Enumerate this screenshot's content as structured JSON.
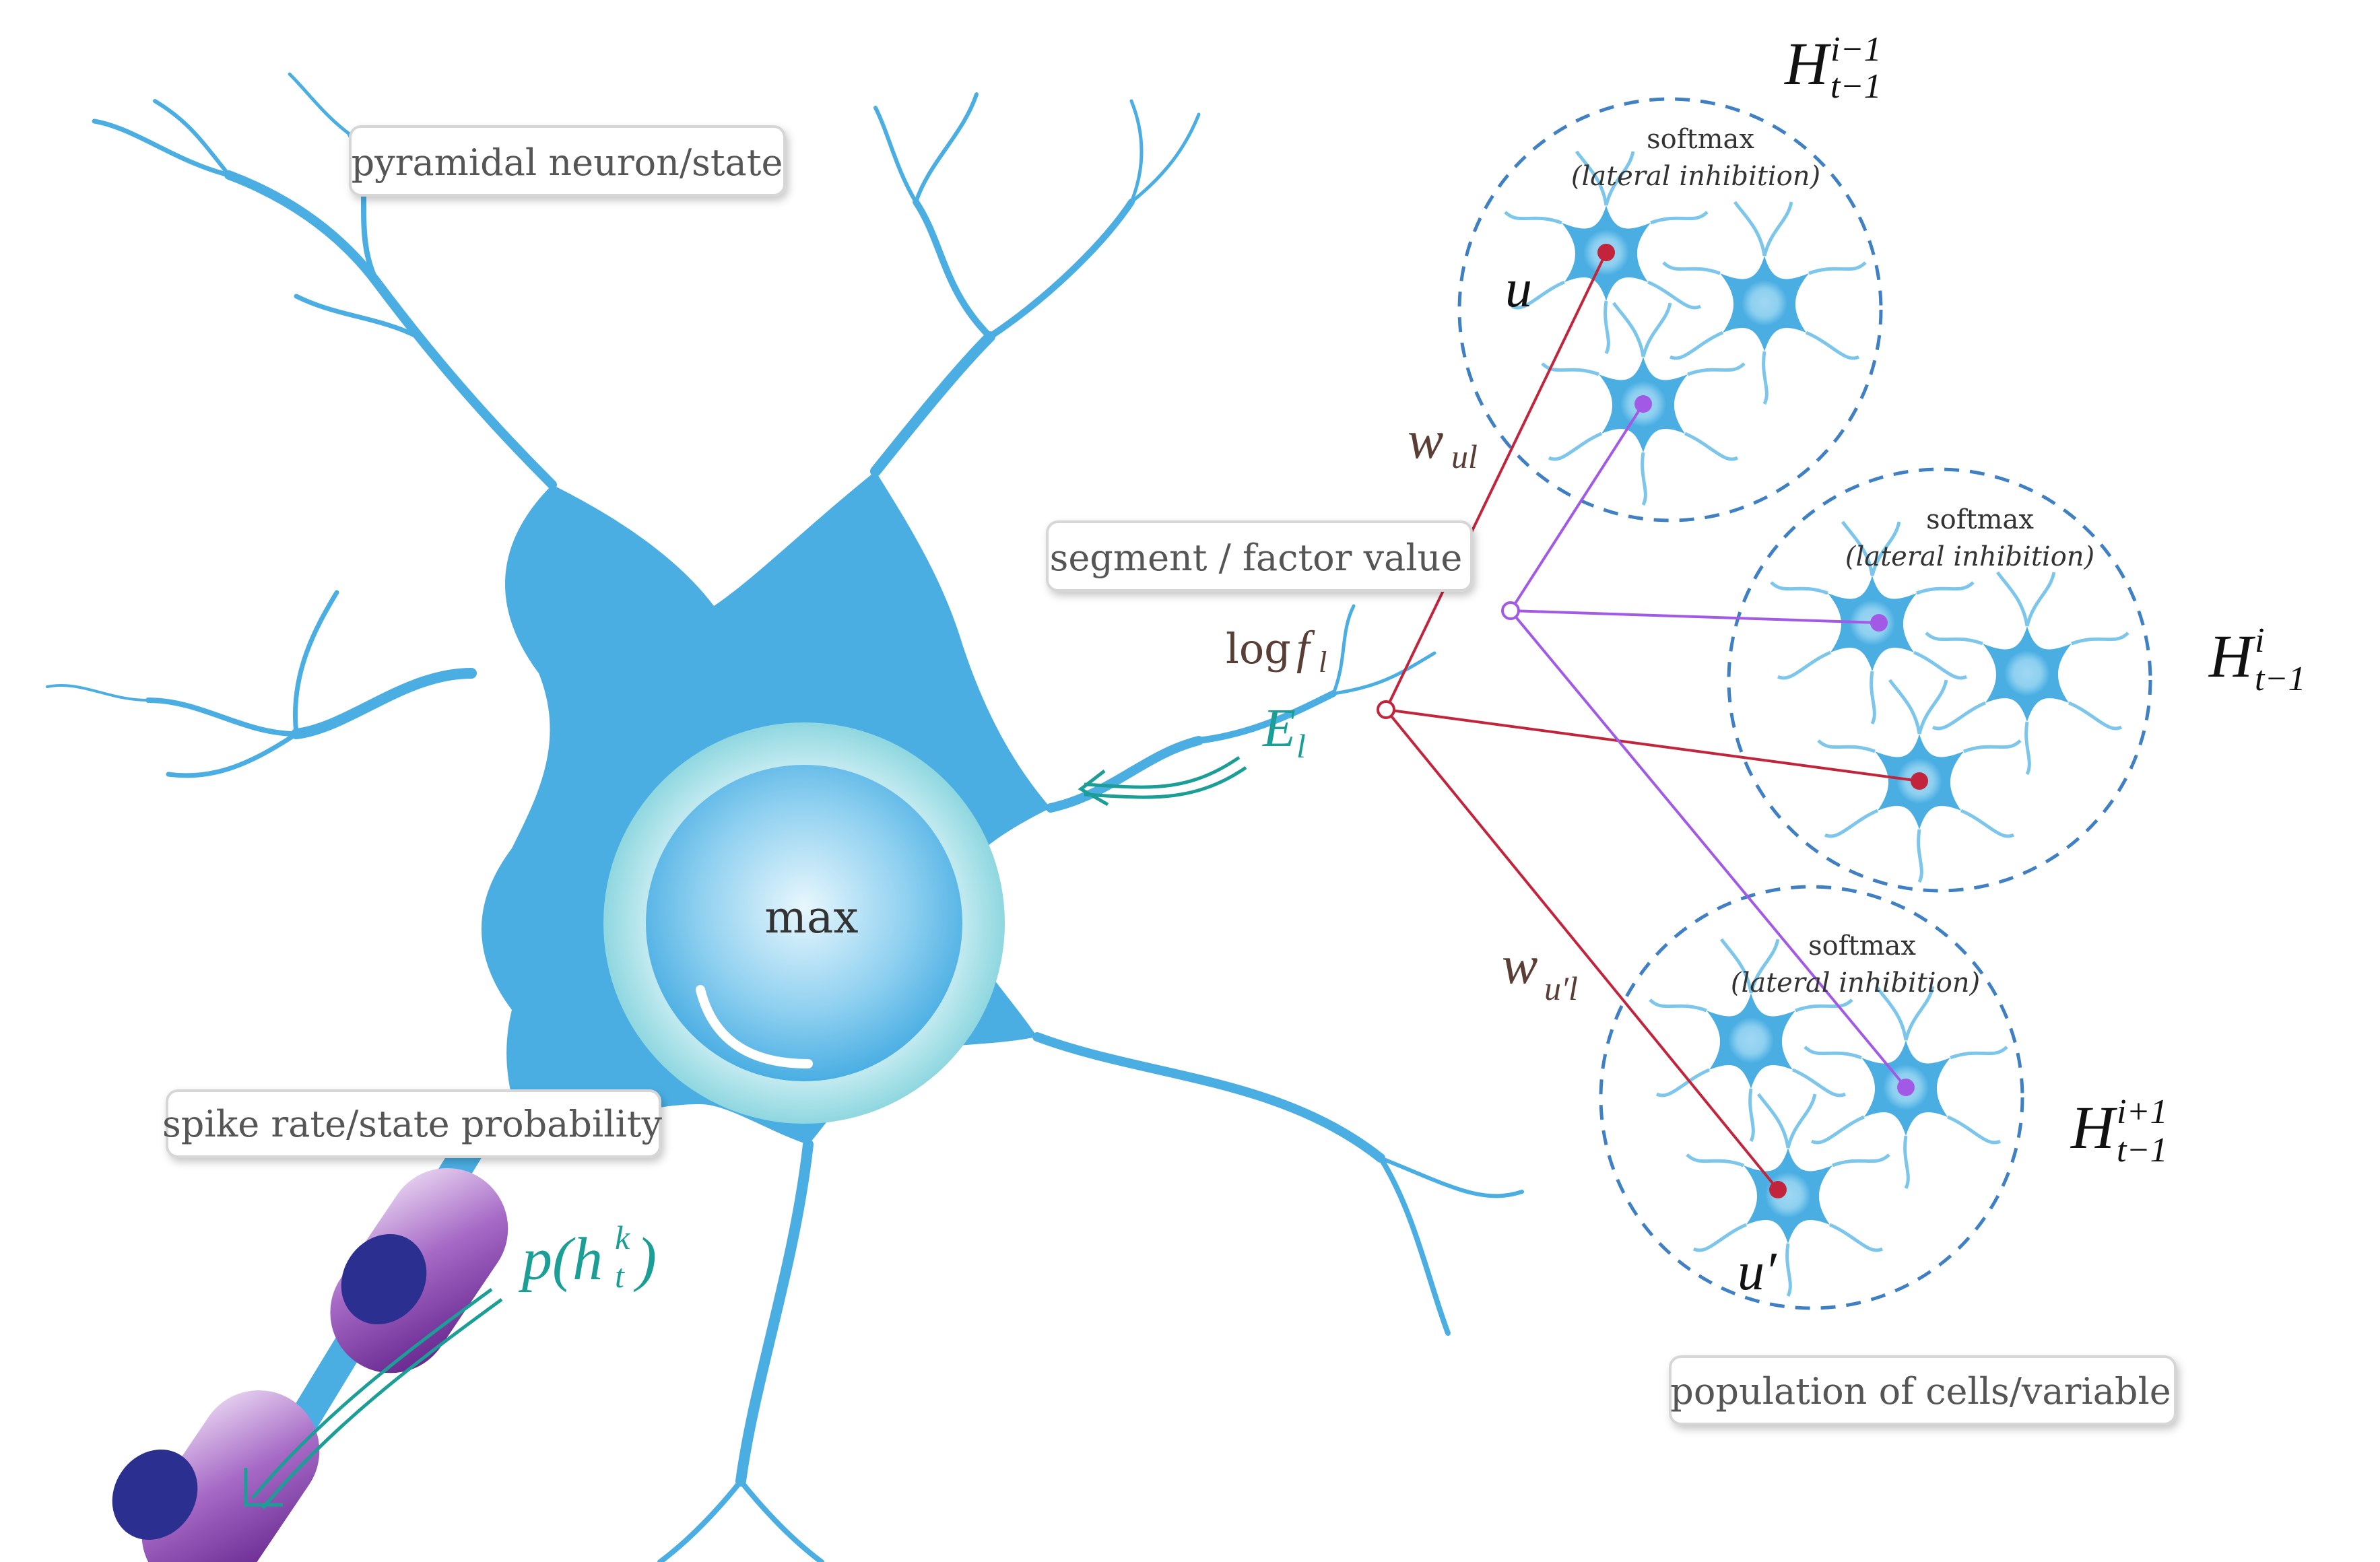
{
  "labels": {
    "pyramidal": "pyramidal neuron/state",
    "segment": "segment / factor value",
    "spike": "spike rate/state probability",
    "population": "population of cells/variable",
    "soma": "max"
  },
  "populations": [
    {
      "softmax": "softmax",
      "inhibition": "(lateral inhibition)",
      "H": "H",
      "sup": "i−1",
      "sub": "t−1"
    },
    {
      "softmax": "softmax",
      "inhibition": "(lateral inhibition)",
      "H": "H",
      "sup": "i",
      "sub": "t−1"
    },
    {
      "softmax": "softmax",
      "inhibition": "(lateral inhibition)",
      "H": "H",
      "sup": "i+1",
      "sub": "t−1"
    }
  ],
  "math": {
    "u": "u",
    "u_prime": "u′",
    "w": "w",
    "w_ul_sub": "ul",
    "w_upl_sub": "u′l",
    "log": "log",
    "f": "f",
    "f_sub": "l",
    "E": "E",
    "E_sub": "l",
    "p_open": "p(h",
    "p_sup": "k",
    "p_sub": "t",
    "p_close": ")"
  },
  "colors": {
    "neuron": "#4aaee3",
    "neuron_light": "#bfe6f5",
    "soma_ring": "#a8dde9",
    "red_line": "#c2243c",
    "violet_line": "#a25ae6",
    "teal": "#1a9e96",
    "dashed_circle": "#3f7fc4",
    "axon_purple": "#6a1f8f"
  }
}
